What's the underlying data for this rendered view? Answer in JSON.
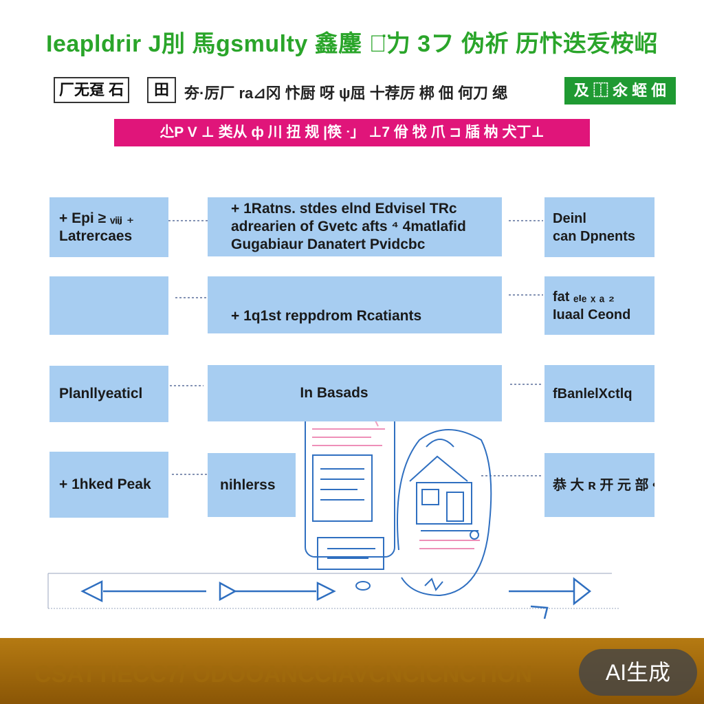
{
  "header": {
    "title": "Ieapldrir J刖 馬gsmulty 鑫鏖 失̈力 3フ 伪祈 历忭迭叐桉岹",
    "label_left": "厂无趸 石",
    "label_small": "田",
    "subtitle": "夯·厉厂 ra⊿冈 忭厨 呀 ψ屈 十荐厉 梆 佃 何刀 缌",
    "badge_right": "及 ⿰ 氽 蛭 佃",
    "banner": "尐P V ⊥ 类从 ф 川 扭 规 |筷 ᐧ」 ⊥7 佾 牫 爪 ⊐ 牐 枘 犬丁⊥"
  },
  "diagram": {
    "left_boxes": [
      {
        "lines": [
          "+ Epi ≥ ᵥᵢᵢⱼ ₊",
          "Latrercaes"
        ]
      },
      {
        "lines": [
          ""
        ]
      },
      {
        "lines": [
          "Planllyeaticl"
        ]
      },
      {
        "lines": [
          "+ 1hked Peak"
        ]
      }
    ],
    "middle_boxes": [
      {
        "lines": [
          "+ 1Ratns. stdes elnd Edvisel TRc",
          "adrearien of Gvetc afts ⁴ 4matlafid",
          "Gugabiaur Danatert Pvidcbc"
        ]
      },
      {
        "lines": [
          "+ 1q1st reppdrom Rcatiants"
        ]
      },
      {
        "lines": [
          "In Basads"
        ]
      },
      {
        "lines": [
          "nihlerss"
        ]
      }
    ],
    "right_boxes": [
      {
        "lines": [
          "Deinl",
          "can Dpnents"
        ]
      },
      {
        "lines": [
          "fat ₑₗₑ ₓ ₐ ₂",
          "Iuaal Ceond"
        ]
      },
      {
        "lines": [
          "fBanlelXctlq"
        ]
      },
      {
        "lines": [
          "恭 大 ʀ 开 元 部 •"
        ]
      }
    ]
  },
  "footer": {
    "text": "CSATTIECC7/ ODOOANCCIAVCNCICNCTION"
  },
  "watermark": {
    "text": "AI生成"
  },
  "colors": {
    "title_green": "#2aa52a",
    "badge_green": "#1f9a32",
    "banner_pink": "#e0157a",
    "box_blue": "#a7cdf1",
    "line_blue": "#2f6fc0",
    "footer_brown": "#a06a0c"
  }
}
